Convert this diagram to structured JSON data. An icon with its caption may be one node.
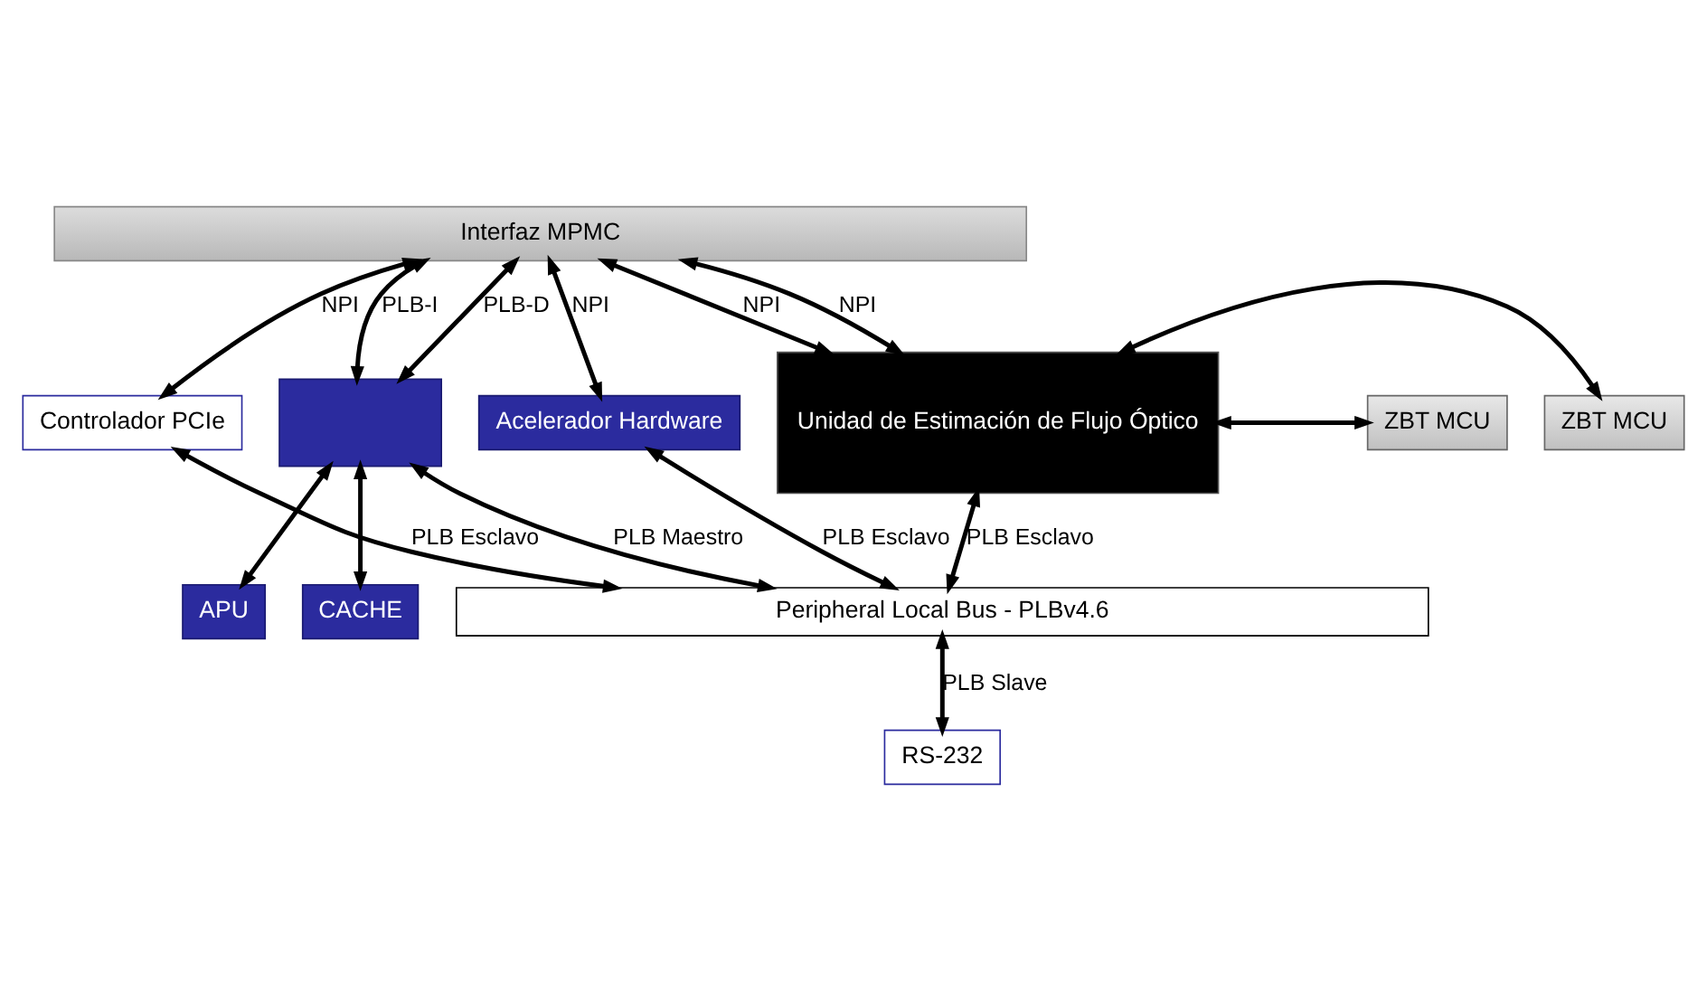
{
  "diagram": {
    "nodes": [
      {
        "text": [
          "Interfaz MPMC"
        ]
      },
      {
        "text": [
          "Controlador PCIe"
        ]
      },
      {
        "text": [],
        "shape": "box"
      },
      {
        "text": [
          "Acelerador Hardware"
        ]
      },
      {
        "text": [
          "Unidad de Estimación de Flujo Óptico"
        ]
      },
      {
        "text": [
          "ZBT MCU"
        ]
      },
      {
        "text": [
          "ZBT MCU"
        ]
      },
      {
        "text": [
          "APU"
        ]
      },
      {
        "text": [
          "CACHE"
        ]
      },
      {
        "text": [
          "Peripheral Local Bus - PLBv4.6"
        ]
      },
      {
        "text": [
          "RS-232"
        ]
      }
    ],
    "edges": [
      {
        "from": 0,
        "to": 1,
        "arrow": "both",
        "label": "NPI"
      },
      {
        "from": 0,
        "to": 2,
        "arrow": "both",
        "label": "PLB-I"
      },
      {
        "from": 0,
        "to": 2,
        "arrow": "both",
        "label": "PLB-D"
      },
      {
        "from": 0,
        "to": 3,
        "arrow": "both",
        "label": "NPI"
      },
      {
        "from": 0,
        "to": 4,
        "arrow": "both",
        "label": "NPI"
      },
      {
        "from": 0,
        "to": 4,
        "arrow": "both",
        "label": "NPI"
      },
      {
        "from": 4,
        "to": 5,
        "arrow": "both"
      },
      {
        "from": 4,
        "to": 6,
        "arrow": "both"
      },
      {
        "from": 2,
        "to": 7,
        "arrow": "both"
      },
      {
        "from": 2,
        "to": 8,
        "arrow": "both"
      },
      {
        "from": 1,
        "to": 9,
        "arrow": "both",
        "label": "PLB Esclavo"
      },
      {
        "from": 2,
        "to": 9,
        "arrow": "both",
        "label": "PLB Maestro"
      },
      {
        "from": 3,
        "to": 9,
        "arrow": "both",
        "label": "PLB Esclavo"
      },
      {
        "from": 4,
        "to": 9,
        "arrow": "both",
        "label": "PLB Esclavo"
      },
      {
        "from": 9,
        "to": 10,
        "arrow": "both",
        "label": "PLB Slave"
      }
    ]
  }
}
